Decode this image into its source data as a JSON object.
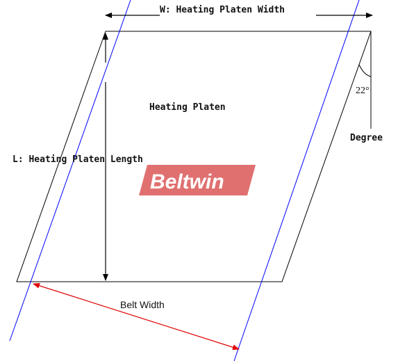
{
  "labels": {
    "width": "W: Heating Platen Width",
    "platen": "Heating Platen",
    "length": "L: Heating Platen Length",
    "degree": "Degree",
    "angle": "22°",
    "belt_width": "Belt Width"
  },
  "logo": {
    "text": "Beltwin"
  },
  "colors": {
    "outline": "#000000",
    "belt_edge": "#0000ff",
    "belt_width_arrow": "#e00000",
    "logo_bg": "#e07070",
    "logo_text": "#ffffff"
  }
}
